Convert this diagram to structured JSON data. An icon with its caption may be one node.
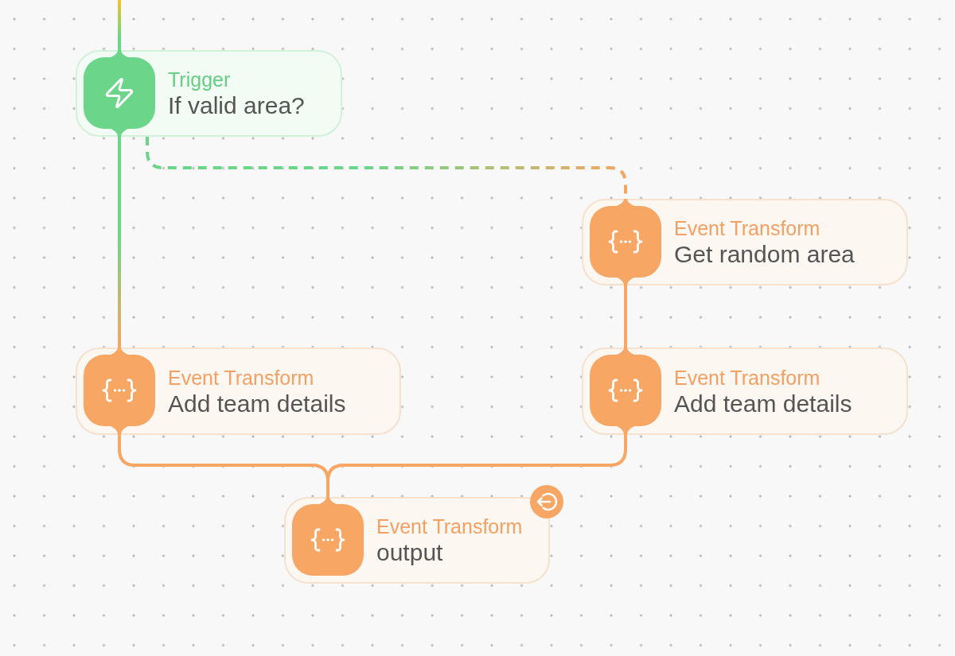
{
  "diagram": {
    "nodes": [
      {
        "text": [
          "Trigger",
          "If valid area?"
        ]
      },
      {
        "text": [
          "Event Transform",
          "Get random area"
        ]
      },
      {
        "text": [
          "Event Transform",
          "Add team details"
        ]
      },
      {
        "text": [
          "Event Transform",
          "Add team details"
        ]
      },
      {
        "text": [
          "Event Transform",
          "output"
        ]
      }
    ],
    "edges": [
      {
        "from": null,
        "to": 0,
        "arrow": "none",
        "color": "#f2c230"
      },
      {
        "from": 0,
        "to": 2,
        "arrow": "none",
        "color": "#6bd68a"
      },
      {
        "from": 0,
        "to": 1,
        "arrow": "none",
        "style": "dashed",
        "color": "#6bd68a"
      },
      {
        "from": 1,
        "to": 3,
        "arrow": "none"
      },
      {
        "from": 2,
        "to": 4,
        "arrow": "none"
      },
      {
        "from": 3,
        "to": 4,
        "arrow": "none"
      }
    ]
  }
}
